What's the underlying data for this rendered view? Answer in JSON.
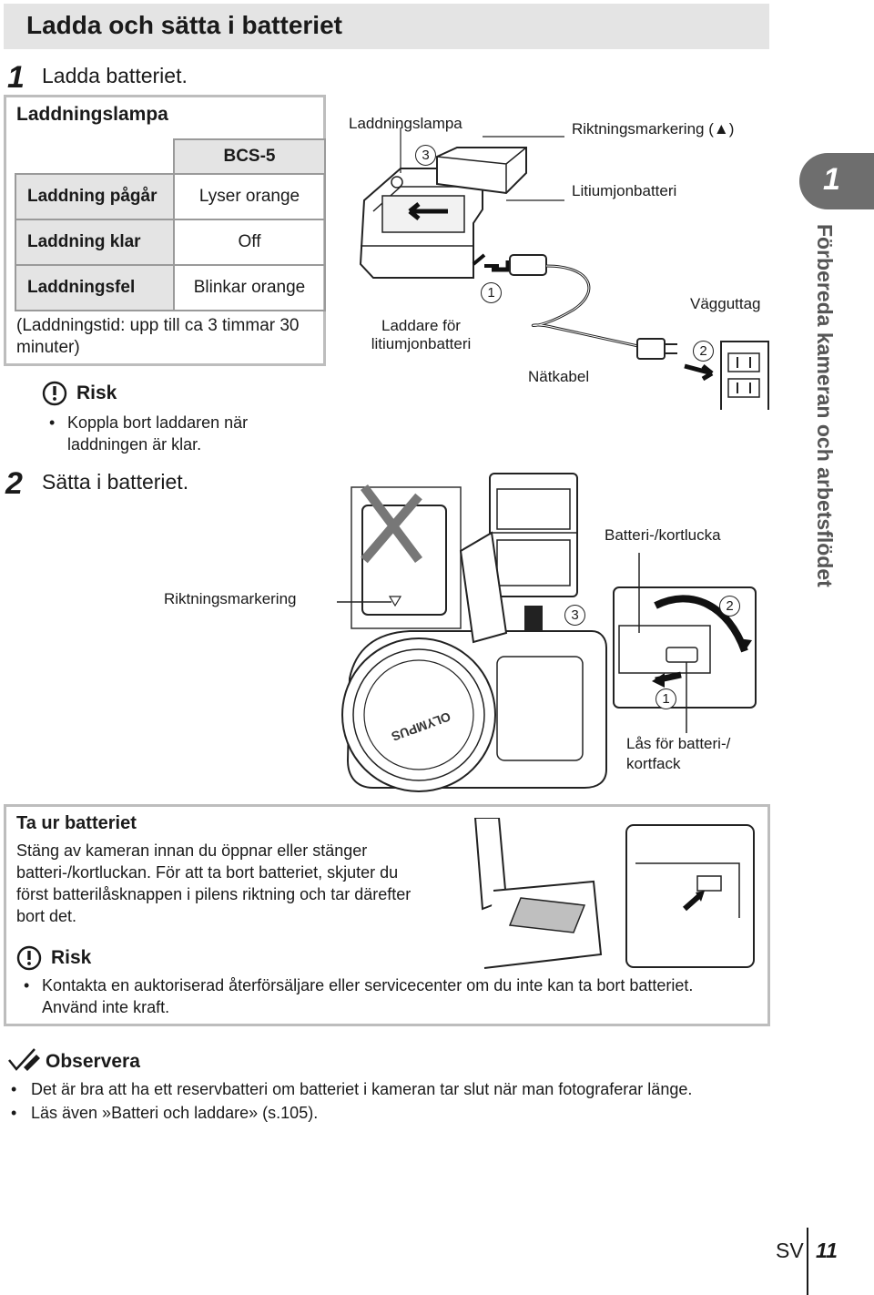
{
  "page": {
    "title": "Ladda och sätta i batteriet",
    "side_tab_number": "1",
    "side_tab_text": "Förbereda kameran och arbetsflödet",
    "footer_lang": "SV",
    "footer_page": "11"
  },
  "step1": {
    "num": "1",
    "text": "Ladda batteriet.",
    "lamp_title": "Laddningslampa",
    "table": {
      "header": "BCS-5",
      "rows": [
        {
          "state": "Laddning pågår",
          "value": "Lyser orange"
        },
        {
          "state": "Laddning klar",
          "value": "Off"
        },
        {
          "state": "Laddningsfel",
          "value": "Blinkar orange"
        }
      ]
    },
    "charging_time": "(Laddningstid: upp till ca 3 timmar 30 minuter)",
    "risk_label": "Risk",
    "risk_item": "Koppla bort laddaren när laddningen är klar."
  },
  "step2": {
    "num": "2",
    "text": "Sätta i batteriet."
  },
  "diagram_top": {
    "charge_lamp": "Laddningslampa",
    "direction_mark": "Riktningsmarkering (▲)",
    "battery": "Litiumjonbatteri",
    "charger": "Laddare för litiumjonbatteri",
    "power_cable": "Nätkabel",
    "wall_socket": "Vägguttag",
    "step_marks": [
      "1",
      "2",
      "3"
    ]
  },
  "diagram_bottom": {
    "direction_mark": "Riktningsmarkering",
    "door": "Batteri-/kortlucka",
    "lock": "Lås för batteri-/ kortfack",
    "brand": "OLYMPUS"
  },
  "remove": {
    "title": "Ta ur batteriet",
    "text": "Stäng av kameran innan du öppnar eller stänger batteri-/kortluckan. För att ta bort batteriet, skjuter du först batterilåsknappen i pilens riktning och tar därefter bort det.",
    "risk_label": "Risk",
    "risk_item": "Kontakta en auktoriserad återförsäljare eller servicecenter om du inte kan ta bort batteriet. Använd inte kraft."
  },
  "notes": {
    "title": "Observera",
    "items": [
      "Det är bra att ha ett reservbatteri om batteriet i kameran tar slut när man fotograferar länge.",
      "Läs även »Batteri och laddare» (s.105)."
    ]
  }
}
